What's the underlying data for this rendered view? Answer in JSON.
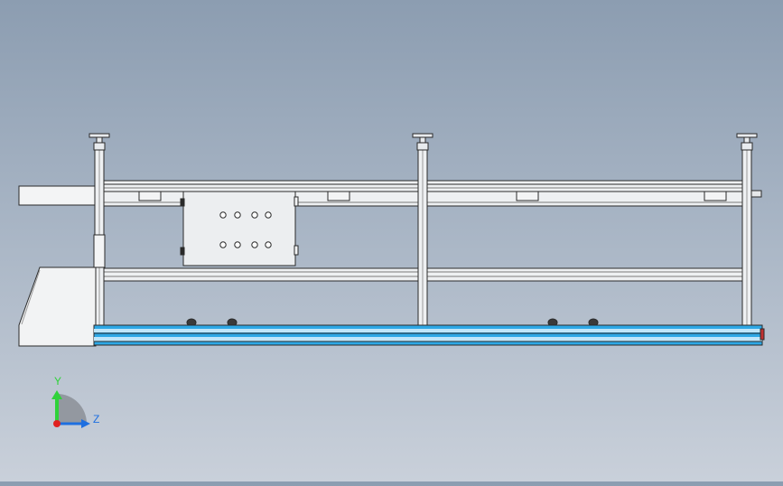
{
  "view": {
    "type": "cad-3d-viewport",
    "background_top": "#8c9db1",
    "background_bottom": "#c9d0da"
  },
  "triad": {
    "y_label": "Y",
    "z_label": "Z",
    "y_color": "#2fd23a",
    "z_color": "#1e6fe0",
    "x_color": "#e02020"
  },
  "model": {
    "description_icon": "conveyor-frame-model",
    "conveyor_belt_color": "#2ea8e6",
    "frame_color": "#e8ebee",
    "edge_color": "#2a2a2a"
  }
}
